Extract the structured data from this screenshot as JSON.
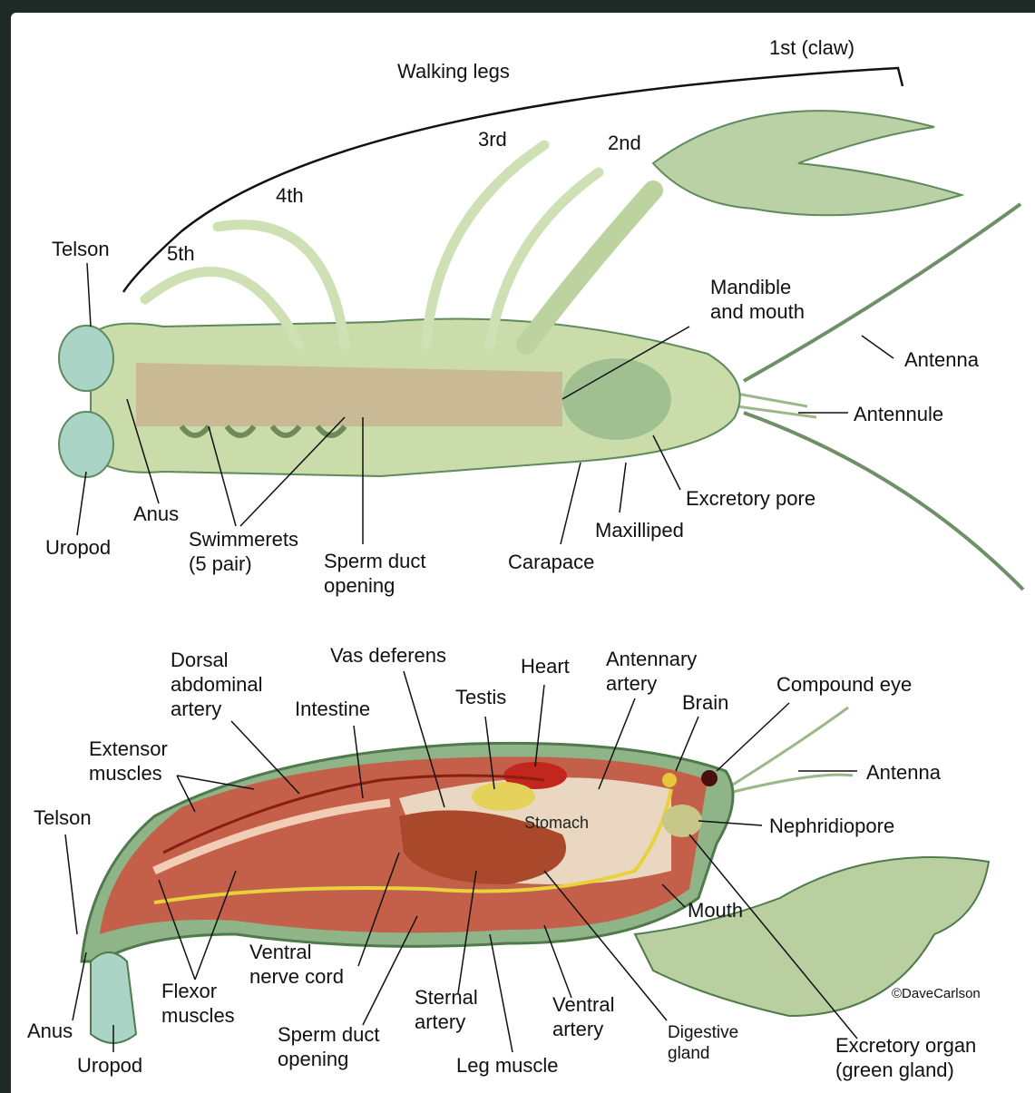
{
  "top_diagram": {
    "labels": {
      "walking_legs": "Walking legs",
      "first_claw": "1st (claw)",
      "second": "2nd",
      "third": "3rd",
      "fourth": "4th",
      "fifth": "5th",
      "telson": "Telson",
      "mandible_line1": "Mandible",
      "mandible_line2": "and mouth",
      "antenna": "Antenna",
      "antennule": "Antennule",
      "excretory_pore": "Excretory pore",
      "maxilliped": "Maxilliped",
      "carapace": "Carapace",
      "sperm_duct_line1": "Sperm duct",
      "sperm_duct_line2": "opening",
      "swimmerets_line1": "Swimmerets",
      "swimmerets_line2": "(5 pair)",
      "anus": "Anus",
      "uropod": "Uropod"
    }
  },
  "bottom_diagram": {
    "labels": {
      "dorsal_line1": "Dorsal",
      "dorsal_line2": "abdominal",
      "dorsal_line3": "artery",
      "vas_deferens": "Vas deferens",
      "heart": "Heart",
      "antennary_line1": "Antennary",
      "antennary_line2": "artery",
      "testis": "Testis",
      "brain": "Brain",
      "compound_eye": "Compound eye",
      "intestine": "Intestine",
      "extensor_line1": "Extensor",
      "extensor_line2": "muscles",
      "antenna": "Antenna",
      "telson": "Telson",
      "stomach": "Stomach",
      "nephridiopore": "Nephridiopore",
      "mouth": "Mouth",
      "ventral_nerve_line1": "Ventral",
      "ventral_nerve_line2": "nerve cord",
      "flexor_line1": "Flexor",
      "flexor_line2": "muscles",
      "sternal_line1": "Sternal",
      "sternal_line2": "artery",
      "ventral_artery_line1": "Ventral",
      "ventral_artery_line2": "artery",
      "digestive_line1": "Digestive",
      "digestive_line2": "gland",
      "excretory_organ_line1": "Excretory organ",
      "excretory_organ_line2": "(green gland)",
      "anus": "Anus",
      "uropod": "Uropod",
      "sperm_duct_line1": "Sperm duct",
      "sperm_duct_line2": "opening",
      "leg_muscle": "Leg muscle"
    }
  },
  "credit": "©DaveCarlson",
  "colors": {
    "frame": "#1e2a26",
    "shell_green": "#b9cfa0",
    "shell_dark": "#5f8a5c",
    "muscle": "#c4604a",
    "muscle_light": "#e8a58c",
    "nerve": "#e8d23a",
    "artery": "#8a1d12",
    "heart": "#c2261c",
    "digestive": "#a9482a"
  }
}
